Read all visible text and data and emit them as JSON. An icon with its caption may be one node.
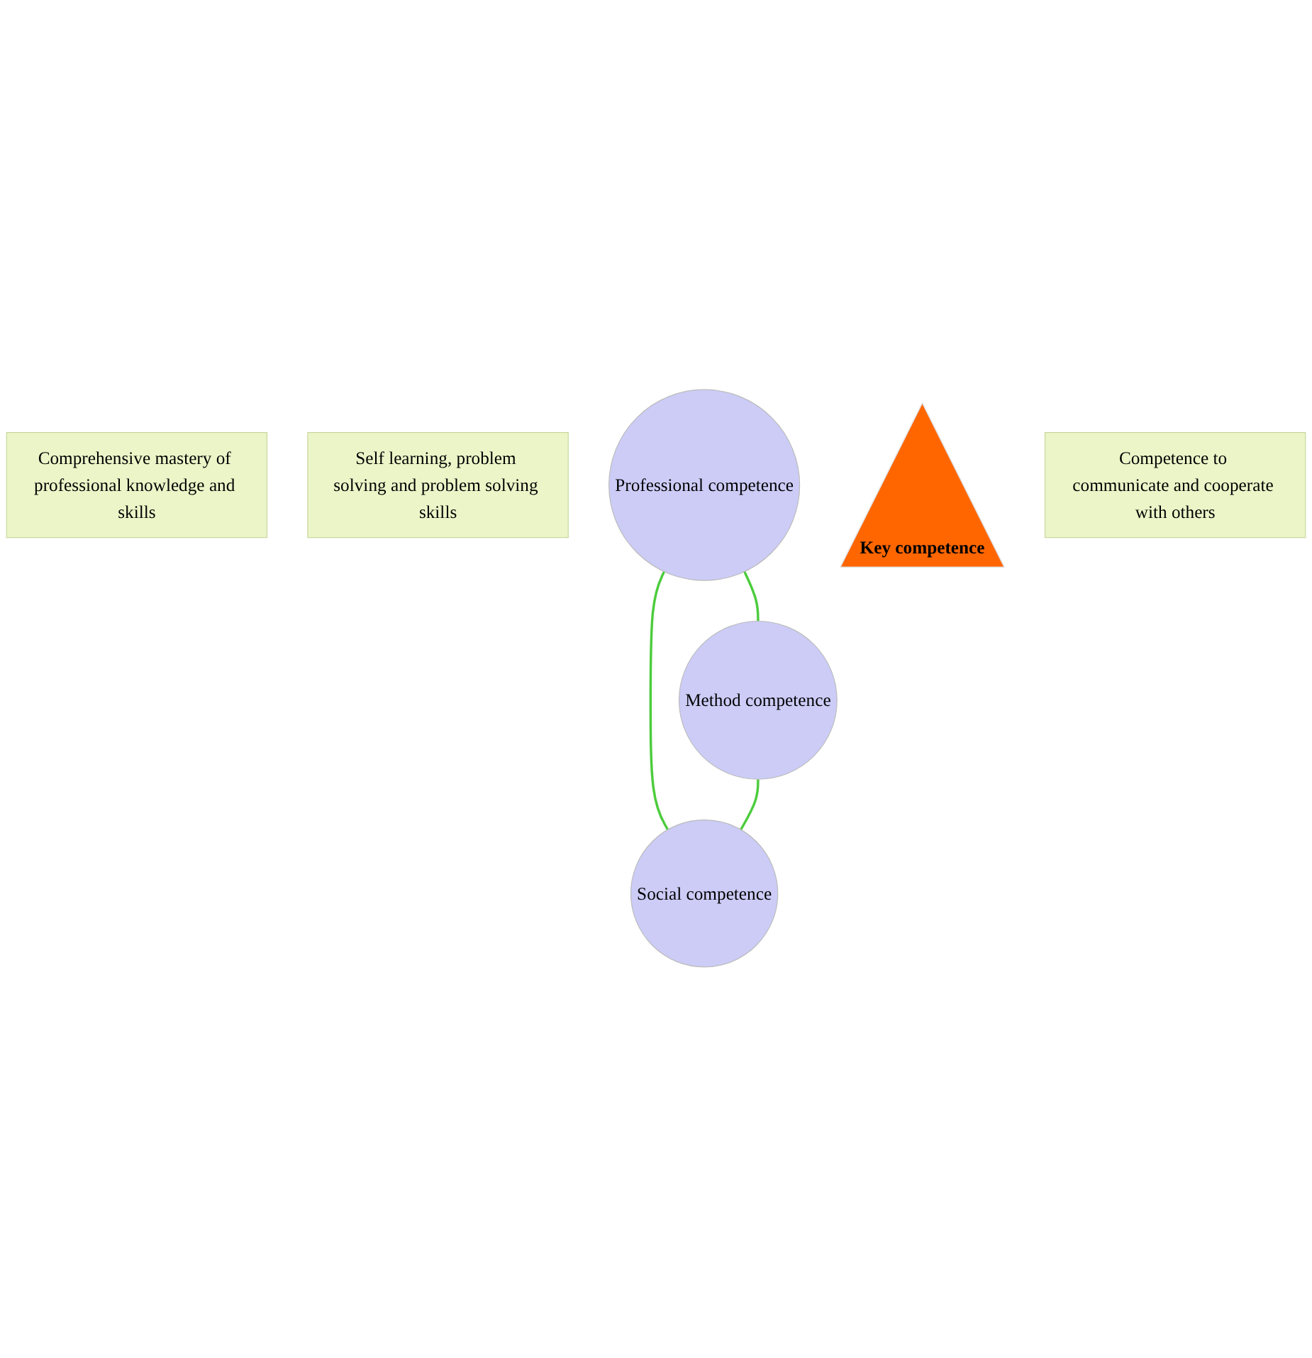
{
  "diagram": {
    "nodes": [
      {
        "text": [
          "Comprehensive mastery of professional knowledge and skills"
        ]
      },
      {
        "text": [
          "Self learning, problem solving and problem solving skills"
        ]
      },
      {
        "text": [
          "Professional competence"
        ]
      },
      {
        "text": [
          "Method competence"
        ]
      },
      {
        "text": [
          "Key competence"
        ]
      },
      {
        "text": [
          "Social competence"
        ]
      },
      {
        "text": [
          "Competence to communicate and cooperate with others"
        ]
      }
    ],
    "edges": [
      {
        "from": 2,
        "to": 3,
        "arrow": "none"
      },
      {
        "from": 2,
        "to": 5,
        "arrow": "none"
      },
      {
        "from": 3,
        "to": 5,
        "arrow": "none"
      }
    ]
  }
}
